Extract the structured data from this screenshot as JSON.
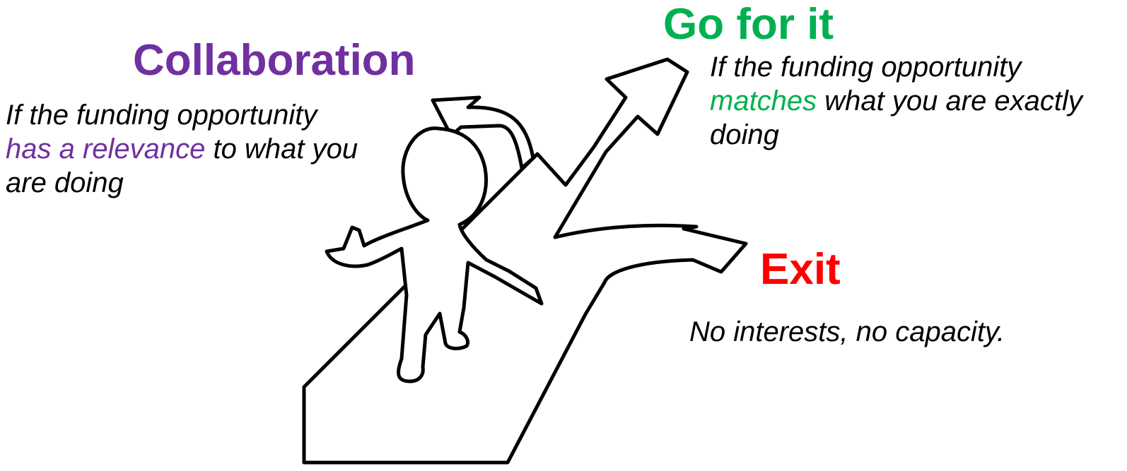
{
  "colors": {
    "collaboration": "#7030A0",
    "go_for_it": "#00B050",
    "exit": "#FF0000",
    "text": "#000000",
    "outline": "#000000"
  },
  "illustration": {
    "icon": "person-at-crossroads-icon"
  },
  "collaboration": {
    "title": "Collaboration",
    "desc_line1": "If the funding opportunity",
    "desc_highlight": "has a relevance",
    "desc_rest": " to what you are doing"
  },
  "go_for_it": {
    "title": "Go for it",
    "desc_line1": "If the funding opportunity",
    "desc_highlight": "matches",
    "desc_rest": " what you are exactly doing"
  },
  "exit": {
    "title": "Exit",
    "desc": "No interests, no capacity."
  }
}
